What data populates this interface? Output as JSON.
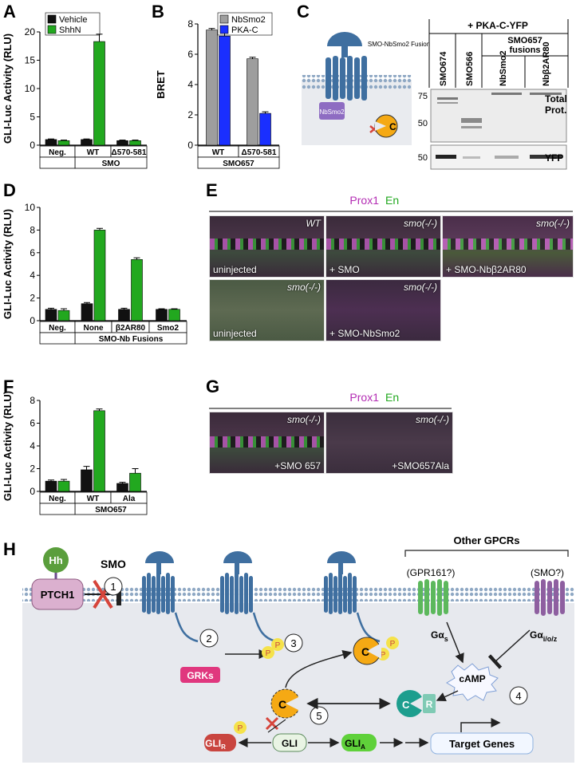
{
  "panels": {
    "A": "A",
    "B": "B",
    "C": "C",
    "D": "D",
    "E": "E",
    "F": "F",
    "G": "G",
    "H": "H"
  },
  "colors": {
    "black": "#111111",
    "green": "#22a81f",
    "gray": "#9e9e9e",
    "blue": "#1a2fff",
    "magenta": "#b32bb3",
    "smo_blue": "#3f6fa0",
    "pka_orange": "#f5a914",
    "membrane": "#8fa8c4"
  },
  "chart_data": [
    {
      "id": "A",
      "type": "bar",
      "ylabel": "GLI-Luc Activity (RLU)",
      "ylim": [
        0,
        20
      ],
      "yticks": [
        0,
        5,
        10,
        15,
        20
      ],
      "categories": [
        "Neg.",
        "WT",
        "Δ570-581"
      ],
      "group_label": "SMO",
      "legend": [
        "Vehicle",
        "ShhN"
      ],
      "series": [
        {
          "name": "Vehicle",
          "values": [
            1.0,
            1.0,
            0.8
          ],
          "err": [
            0.1,
            0.1,
            0.1
          ]
        },
        {
          "name": "ShhN",
          "values": [
            0.8,
            18.3,
            0.8
          ],
          "err": [
            0.1,
            1.3,
            0.1
          ]
        }
      ]
    },
    {
      "id": "B",
      "type": "bar",
      "ylabel": "BRET",
      "ylim": [
        0,
        8
      ],
      "yticks": [
        0,
        2,
        4,
        6,
        8
      ],
      "categories": [
        "WT",
        "Δ570-581"
      ],
      "group_label": "SMO657",
      "legend": [
        "NbSmo2",
        "PKA-C"
      ],
      "series": [
        {
          "name": "NbSmo2",
          "values": [
            7.6,
            5.7
          ],
          "err": [
            0.1,
            0.1
          ]
        },
        {
          "name": "PKA-C",
          "values": [
            7.2,
            2.1
          ],
          "err": [
            0.25,
            0.1
          ]
        }
      ]
    },
    {
      "id": "D",
      "type": "bar",
      "ylabel": "GLI-Luc Activity (RLU)",
      "ylim": [
        0,
        10
      ],
      "yticks": [
        0,
        2,
        4,
        6,
        8,
        10
      ],
      "categories": [
        "Neg.",
        "None",
        "β2AR80",
        "Smo2"
      ],
      "group_label": "SMO-Nb Fusions",
      "series": [
        {
          "values": [
            1.0,
            1.5,
            1.0,
            1.0
          ],
          "err": [
            0.1,
            0.1,
            0.1,
            0.05
          ]
        },
        {
          "values": [
            0.9,
            8.0,
            5.4,
            1.0
          ],
          "err": [
            0.15,
            0.15,
            0.15,
            0.05
          ]
        }
      ]
    },
    {
      "id": "F",
      "type": "bar",
      "ylabel": "GLI-Luc Activity (RLU)",
      "ylim": [
        0,
        8
      ],
      "yticks": [
        0,
        2,
        4,
        6,
        8
      ],
      "categories": [
        "Neg.",
        "WT",
        "Ala"
      ],
      "group_label": "SMO657",
      "series": [
        {
          "values": [
            0.9,
            1.9,
            0.7
          ],
          "err": [
            0.1,
            0.3,
            0.1
          ]
        },
        {
          "values": [
            0.9,
            7.1,
            1.6
          ],
          "err": [
            0.15,
            0.15,
            0.4
          ]
        }
      ]
    }
  ],
  "panelC": {
    "fusion_label": "SMO-NbSmo2 Fusion",
    "nb_label": "NbSmo2",
    "pka_label": "C",
    "blot_header": "+ PKA-C-YFP",
    "smo657_header": "SMO657 fusions",
    "lanes": [
      "SMO674",
      "SMO566",
      "NbSmo2",
      "Nbβ2AR80"
    ],
    "markers_top": [
      "75",
      "50"
    ],
    "markers_bottom": [
      "50"
    ],
    "row_labels": [
      "Total Prot.",
      "YFP"
    ]
  },
  "panelE": {
    "title_a": "Prox1",
    "title_b": "En",
    "images": [
      {
        "top": "WT",
        "bottom": "uninjected"
      },
      {
        "top": "smo(-/-)",
        "bottom": "+ SMO"
      },
      {
        "top": "smo(-/-)",
        "bottom": "+ SMO-Nbβ2AR80"
      },
      {
        "top": "smo(-/-)",
        "bottom": "uninjected"
      },
      {
        "top": "smo(-/-)",
        "bottom": "+ SMO-NbSmo2"
      }
    ]
  },
  "panelG": {
    "title_a": "Prox1",
    "title_b": "En",
    "images": [
      {
        "top": "smo(-/-)",
        "bottom": "+SMO 657"
      },
      {
        "top": "smo(-/-)",
        "bottom": "+SMO657Ala"
      }
    ]
  },
  "panelH": {
    "other_gpcrs": "Other GPCRs",
    "gpr161": "(GPR161?)",
    "smo_q": "(SMO?)",
    "hh": "Hh",
    "ptch1": "PTCH1",
    "smo": "SMO",
    "steps": [
      "1",
      "2",
      "3",
      "4",
      "5"
    ],
    "grks": "GRKs",
    "p": "P",
    "c": "C",
    "r": "R",
    "camp": "cAMP",
    "gas": "Gα",
    "gas_sub": "s",
    "gai": "Gα",
    "gai_sub": "i/o/z",
    "gli_r": "GLI",
    "gli_r_sub": "R",
    "gli": "GLI",
    "gli_a": "GLI",
    "gli_a_sub": "A",
    "target": "Target Genes"
  }
}
